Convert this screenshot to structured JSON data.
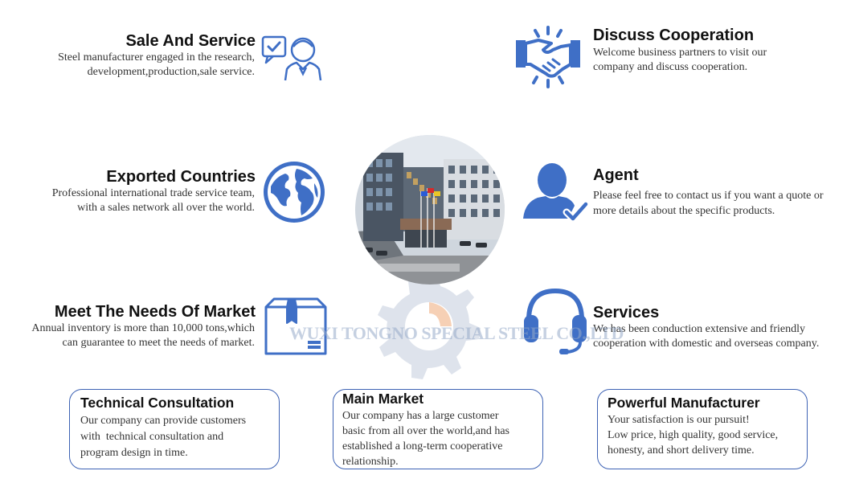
{
  "colors": {
    "accent": "#3d62b4",
    "icon_blue": "#3f6fc6",
    "heading": "#111111",
    "text": "#333333"
  },
  "features": {
    "sale_service": {
      "title": "Sale And Service",
      "lines": [
        "Steel manufacturer engaged in the research,",
        "development,production,sale service."
      ],
      "icon": "customer-service-chat-icon"
    },
    "exported": {
      "title": "Exported Countries",
      "lines": [
        "Professional international trade service team,",
        "with a sales network all over the world."
      ],
      "icon": "globe-icon"
    },
    "meet_needs": {
      "title": "Meet The Needs Of Market",
      "lines": [
        "Annual inventory is more than 10,000 tons,which",
        "can guarantee to meet the needs of market."
      ],
      "icon": "package-box-icon"
    },
    "discuss": {
      "title": "Discuss Cooperation",
      "lines": [
        "Welcome business partners to visit our",
        "company and discuss cooperation."
      ],
      "icon": "handshake-icon"
    },
    "agent": {
      "title": "Agent",
      "lines": [
        "Please feel free to contact us if you want a quote or",
        "more details about the specific products."
      ],
      "icon": "agent-check-icon"
    },
    "services": {
      "title": "Services",
      "lines": [
        "We has been conduction extensive and friendly",
        "cooperation with domestic and overseas company."
      ],
      "icon": "headset-icon"
    }
  },
  "boxes": {
    "technical": {
      "title": "Technical Consultation",
      "lines": [
        "Our company can provide customers",
        "with  technical consultation and",
        "program design in time."
      ]
    },
    "main_market": {
      "title": "Main Market",
      "lines": [
        "Our company has a large customer",
        "basic from all over the world,and has",
        "established a long-term cooperative",
        "relationship."
      ]
    },
    "powerful": {
      "title": "Powerful Manufacturer",
      "lines": [
        "Your satisfaction is our pursuit!",
        "Low price, high quality, good service,",
        "honesty, and short delivery time."
      ]
    }
  },
  "center": {
    "watermark": "WUXI TONGNO SPECIAL STEEL CO.,LTD",
    "photo": "company-building-photo"
  }
}
